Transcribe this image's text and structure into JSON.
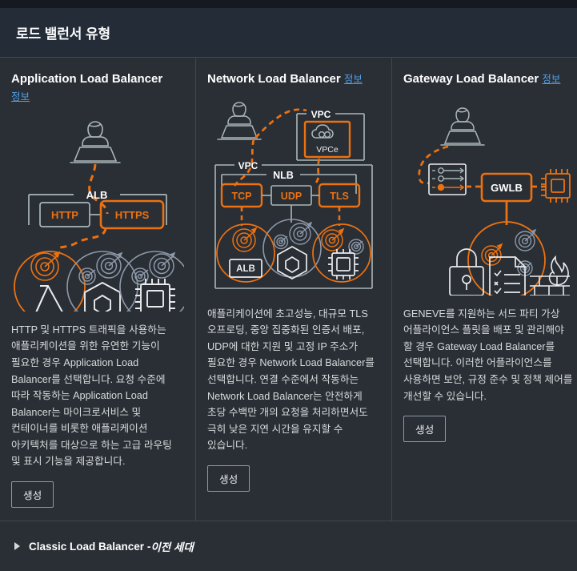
{
  "colors": {
    "page_bg": "#16191f",
    "header_bg": "#242c38",
    "card_bg": "#2a2e35",
    "border": "#414750",
    "accent_orange": "#ec7211",
    "link_blue": "#539fe5",
    "text_primary": "#ffffff",
    "text_body": "#d5dbdb",
    "diagram_gray": "#aab7b8"
  },
  "header": {
    "title": "로드 밸런서 유형"
  },
  "cards": [
    {
      "id": "application-load-balancer",
      "title": "Application Load Balancer",
      "info_label": "정보",
      "diagram": {
        "lb_label": "ALB",
        "nodes": [
          "HTTP",
          "HTTPS"
        ],
        "selected_node": "HTTPS",
        "targets": [
          "lambda",
          "container",
          "ec2"
        ]
      },
      "description": "HTTP 및 HTTPS 트래픽을 사용하는 애플리케이션을 위한 유연한 기능이 필요한 경우 Application Load Balancer를 선택합니다. 요청 수준에 따라 작동하는 Application Load Balancer는 마이크로서비스 및 컨테이너를 비롯한 애플리케이션 아키텍처를 대상으로 하는 고급 라우팅 및 표시 기능을 제공합니다.",
      "create_label": "생성"
    },
    {
      "id": "network-load-balancer",
      "title": "Network Load Balancer",
      "info_label": "정보",
      "diagram": {
        "lb_label": "NLB",
        "vpc_label": "VPC",
        "vpce_label": "VPCe",
        "inner_vpc_label": "VPC",
        "nodes": [
          "TCP",
          "UDP",
          "TLS"
        ],
        "selected_nodes": [
          "TCP",
          "TLS"
        ],
        "alb_target_label": "ALB",
        "targets": [
          "alb",
          "container",
          "ec2"
        ]
      },
      "description": "애플리케이션에 초고성능, 대규모 TLS 오프로딩, 중앙 집중화된 인증서 배포, UDP에 대한 지원 및 고정 IP 주소가 필요한 경우 Network Load Balancer를 선택합니다. 연결 수준에서 작동하는 Network Load Balancer는 안전하게 초당 수백만 개의 요청을 처리하면서도 극히 낮은 지연 시간을 유지할 수 있습니다.",
      "create_label": "생성"
    },
    {
      "id": "gateway-load-balancer",
      "title": "Gateway Load Balancer",
      "info_label": "정보",
      "diagram": {
        "lb_label": "GWLB",
        "nodes": [
          "GWLB"
        ],
        "selected_node": "GWLB",
        "targets": [
          "lock",
          "compliance",
          "firewall"
        ]
      },
      "description": "GENEVE를 지원하는 서드 파티 가상 어플라이언스 플릿을 배포 및 관리해야 할 경우 Gateway Load Balancer를 선택합니다. 이러한 어플라이언스를 사용하면 보안, 규정 준수 및 정책 제어를 개선할 수 있습니다.",
      "create_label": "생성"
    }
  ],
  "classic_section": {
    "label": "Classic Load Balancer - ",
    "generation": "이전 세대",
    "expanded": false
  }
}
